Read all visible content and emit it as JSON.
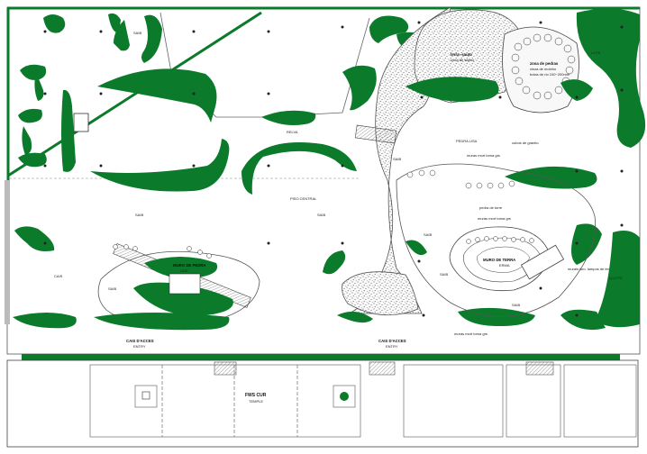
{
  "colors": {
    "hedge": "#0b7a2b",
    "hedge_dark": "#066020",
    "line": "#444444",
    "gravel_fill": "#f2f2f2",
    "paper": "#ffffff"
  },
  "labels": {
    "gravel_top": "terra--sauto",
    "gravel_top_sub": "zona de saibro",
    "stone_zone_1": "zona de pedras",
    "stone_zone_2": "cinza de moinho",
    "stone_zone_3": "bolas de rio 100~200mm",
    "sailing_label": "SAIB",
    "grass_center": "RELVA",
    "path_center": "PISO CENTRAL",
    "saib_left": "SAIB",
    "saib_right": "SAIB",
    "mound_left": "MURO DE PEDRA",
    "mound_left_sub": "ODE",
    "mound_right": "MURO DE TERRA",
    "mound_right_sub": "ERMA",
    "plank_note": "SAIB",
    "gate_left": "CAIS D'ACCES",
    "gate_left_sub": "ENTRY",
    "gate_right": "CAIS D'ACCES",
    "gate_right_sub": "ENTRY",
    "building_title": "FWS CUR",
    "building_sub": "TEMPLE",
    "note_1": "PEDRA LISA",
    "note_2": "SAIB",
    "note_3": "cubos de granito",
    "note_4": "muras mort toma grs",
    "note_5": "pedra de torre",
    "note_6": "muras mort toma grs",
    "note_7": "muras mort toma grs",
    "note_8": "murais lum. lampos de fer",
    "note_9": "SAIB",
    "stepping": "SAIB",
    "bench_note": "SAIB",
    "edge_note_1": "CAIS",
    "edge_note_2": "LOTE",
    "edge_note_3": "Q-LOTE"
  }
}
